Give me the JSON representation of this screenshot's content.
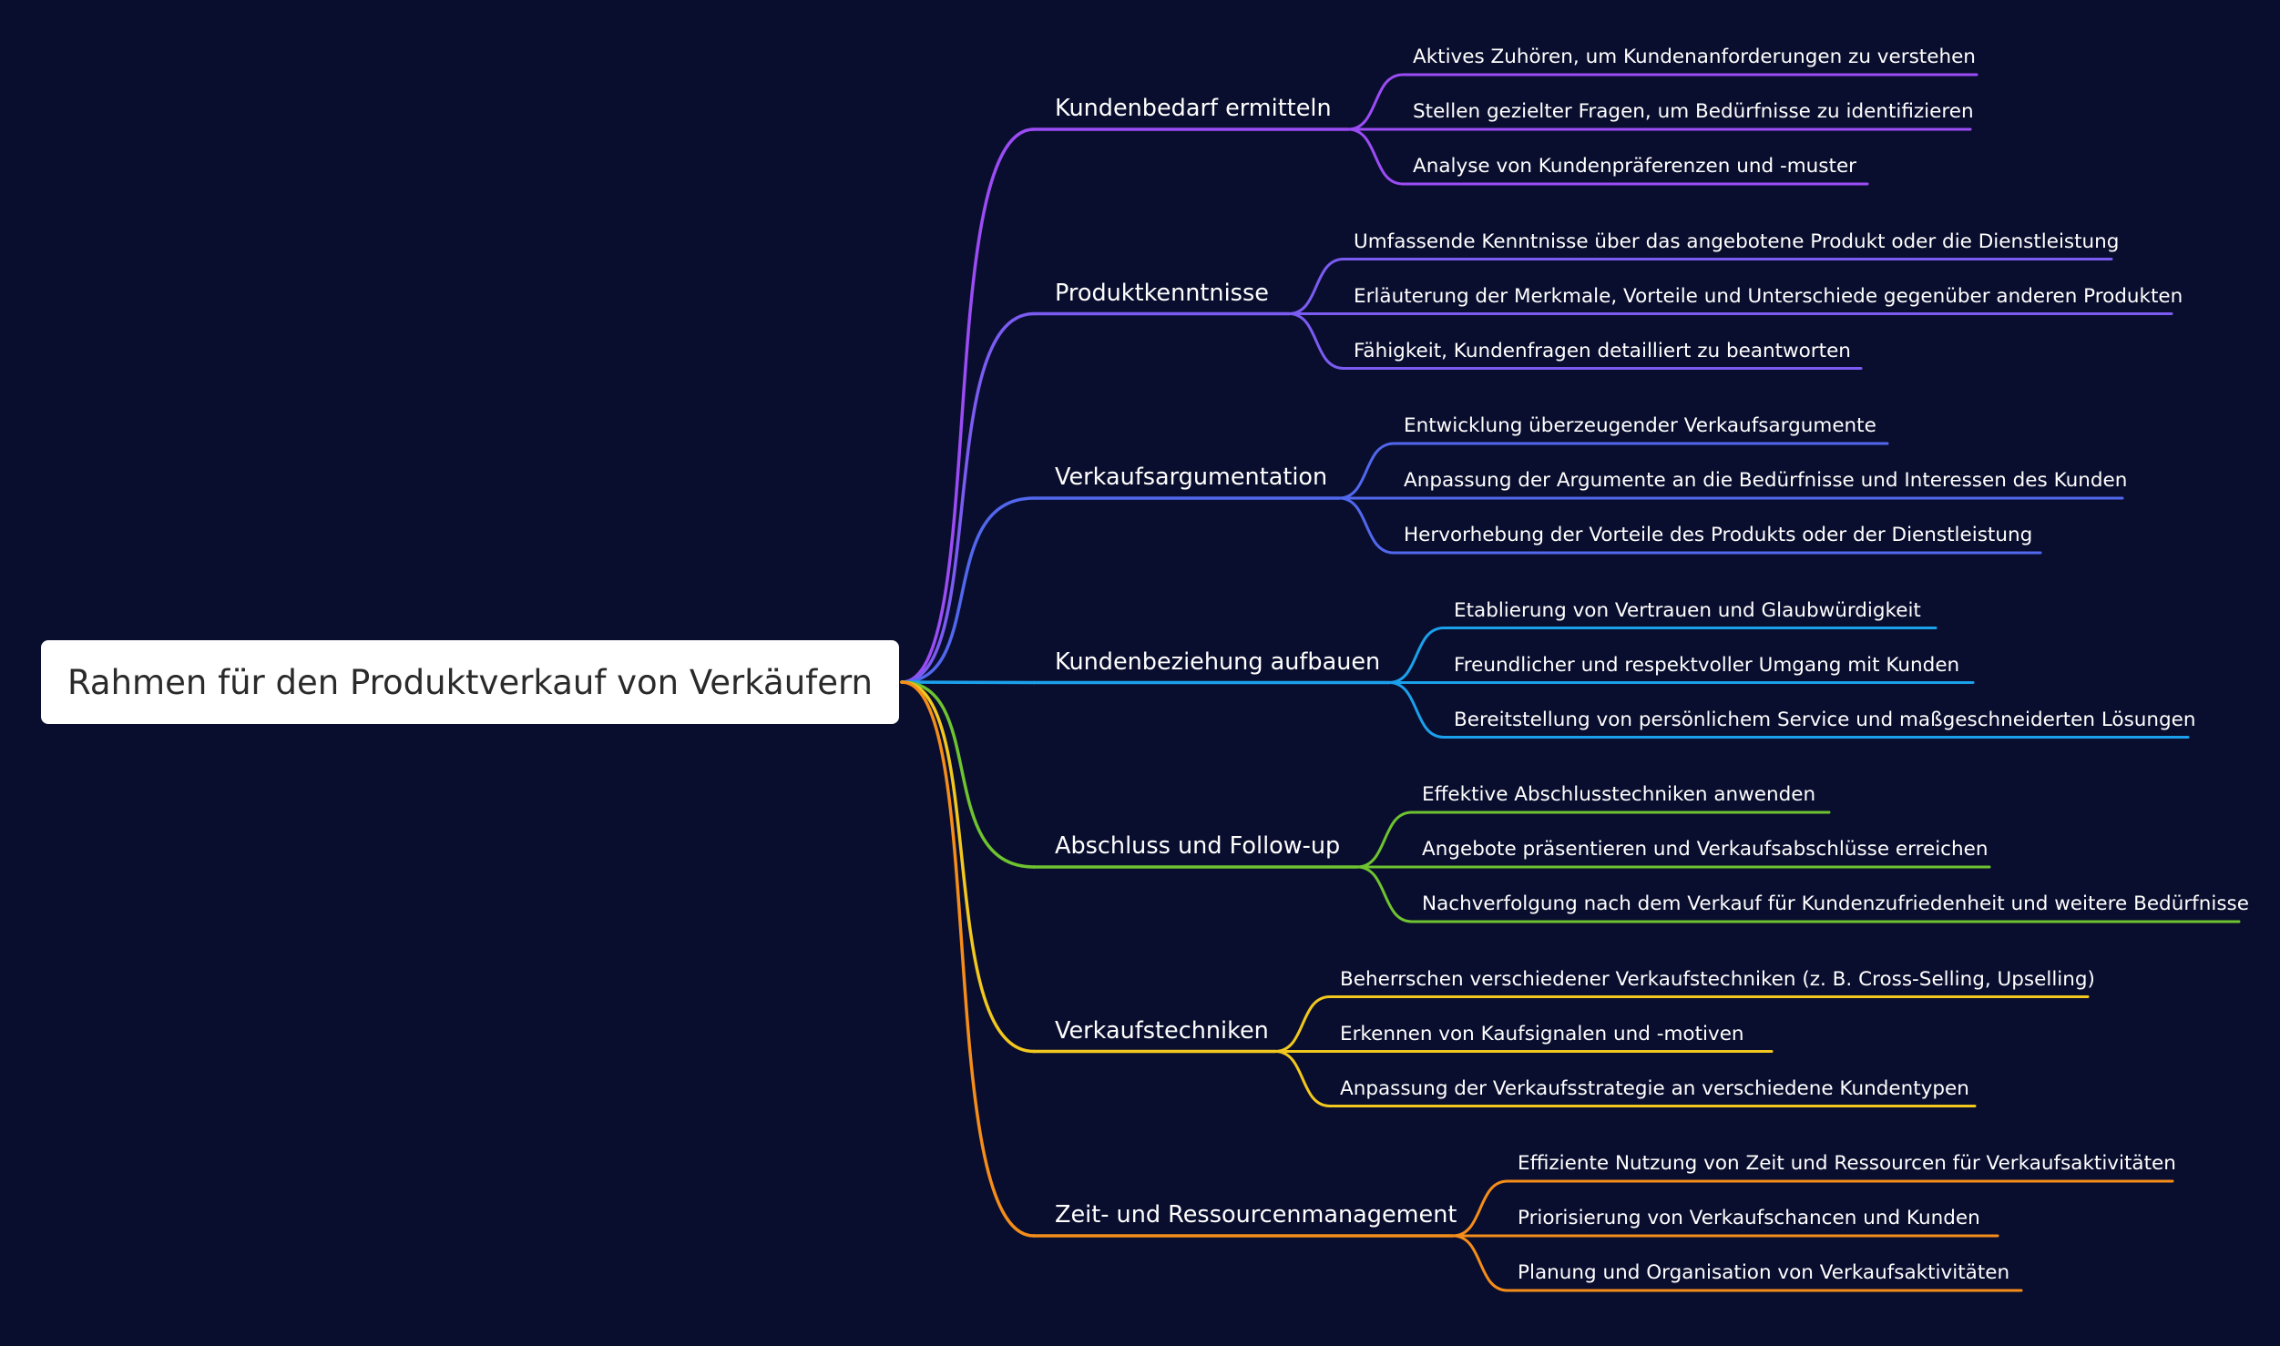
{
  "root": {
    "title": "Rahmen für den Produktverkauf von Verkäufern"
  },
  "branches": [
    {
      "label": "Kundenbedarf ermitteln",
      "color": "#9b4cf5",
      "leaves": [
        "Aktives Zuhören, um Kundenanforderungen zu verstehen",
        "Stellen gezielter Fragen, um Bedürfnisse zu identifizieren",
        "Analyse von Kundenpräferenzen und -muster"
      ]
    },
    {
      "label": "Produktkenntnisse",
      "color": "#7b5cf2",
      "leaves": [
        "Umfassende Kenntnisse über das angebotene Produkt oder die Dienstleistung",
        "Erläuterung der Merkmale, Vorteile und Unterschiede gegenüber anderen Produkten",
        "Fähigkeit, Kundenfragen detailliert zu beantworten"
      ]
    },
    {
      "label": "Verkaufsargumentation",
      "color": "#5168ee",
      "leaves": [
        "Entwicklung überzeugender Verkaufsargumente",
        "Anpassung der Argumente an die Bedürfnisse und Interessen des Kunden",
        "Hervorhebung der Vorteile des Produkts oder der Dienstleistung"
      ]
    },
    {
      "label": "Kundenbeziehung aufbauen",
      "color": "#1ba0ec",
      "leaves": [
        "Etablierung von Vertrauen und Glaubwürdigkeit",
        "Freundlicher und respektvoller Umgang mit Kunden",
        "Bereitstellung von persönlichem Service und maßgeschneiderten Lösungen"
      ]
    },
    {
      "label": "Abschluss und Follow-up",
      "color": "#6ec330",
      "leaves": [
        "Effektive Abschlusstechniken anwenden",
        "Angebote präsentieren und Verkaufsabschlüsse erreichen",
        "Nachverfolgung nach dem Verkauf für Kundenzufriedenheit und weitere Bedürfnisse"
      ]
    },
    {
      "label": "Verkaufstechniken",
      "color": "#f2c81f",
      "leaves": [
        "Beherrschen verschiedener Verkaufstechniken (z. B. Cross-Selling, Upselling)",
        "Erkennen von Kaufsignalen und -motiven",
        "Anpassung der Verkaufsstrategie an verschiedene Kundentypen"
      ]
    },
    {
      "label": "Zeit- und Ressourcenmanagement",
      "color": "#f58d1a",
      "leaves": [
        "Effiziente Nutzung von Zeit und Ressourcen für Verkaufsaktivitäten",
        "Priorisierung von Verkaufschancen und Kunden",
        "Planung und Organisation von Verkaufsaktivitäten"
      ]
    }
  ]
}
